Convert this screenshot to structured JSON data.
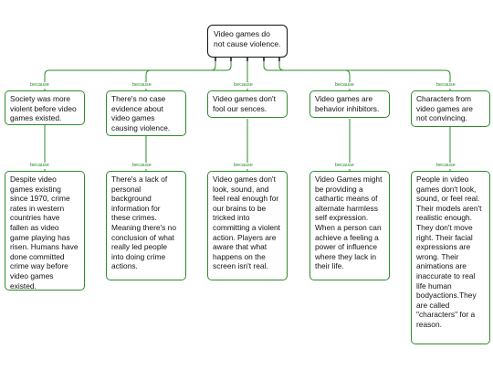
{
  "root": {
    "text": "Video games do not cause violence."
  },
  "connector_label": "because",
  "branches": [
    {
      "claim": "Society was more violent before video games existed.",
      "evidence": "Despite video games existing since 1970, crime rates in western countries have fallen as video game playing has risen. Humans have done committed crime way before video games existed."
    },
    {
      "claim": "There's no case evidence about video games causing violence.",
      "evidence": "There's a lack of personal background information for these crimes. Meaning there's no conclusion of what really led people into doing crime actions."
    },
    {
      "claim": "Video games don't fool our sences.",
      "evidence": "Video games don't look, sound, and feel real enough for our brains to be tricked into committing a violent action. Players are aware that what happens on the screen isn't real."
    },
    {
      "claim": "Video games are behavior inhibitors.",
      "evidence": "Video Games might be providing a cathartic means of alternate harmless self expression. When a person can achieve a feeling a power of influence where they lack in their life."
    },
    {
      "claim": "Characters from video games are not convincing.",
      "evidence": "People in video games don't look, sound, or feel real. Their models aren't realistic enough. They don't move right. Their facial expressions are wrong. Their animations are inaccurate to real life human bodyactions.They are called \"characters\" for a reason."
    }
  ],
  "colors": {
    "link": "#2e8b2e",
    "root_border": "#111111"
  }
}
